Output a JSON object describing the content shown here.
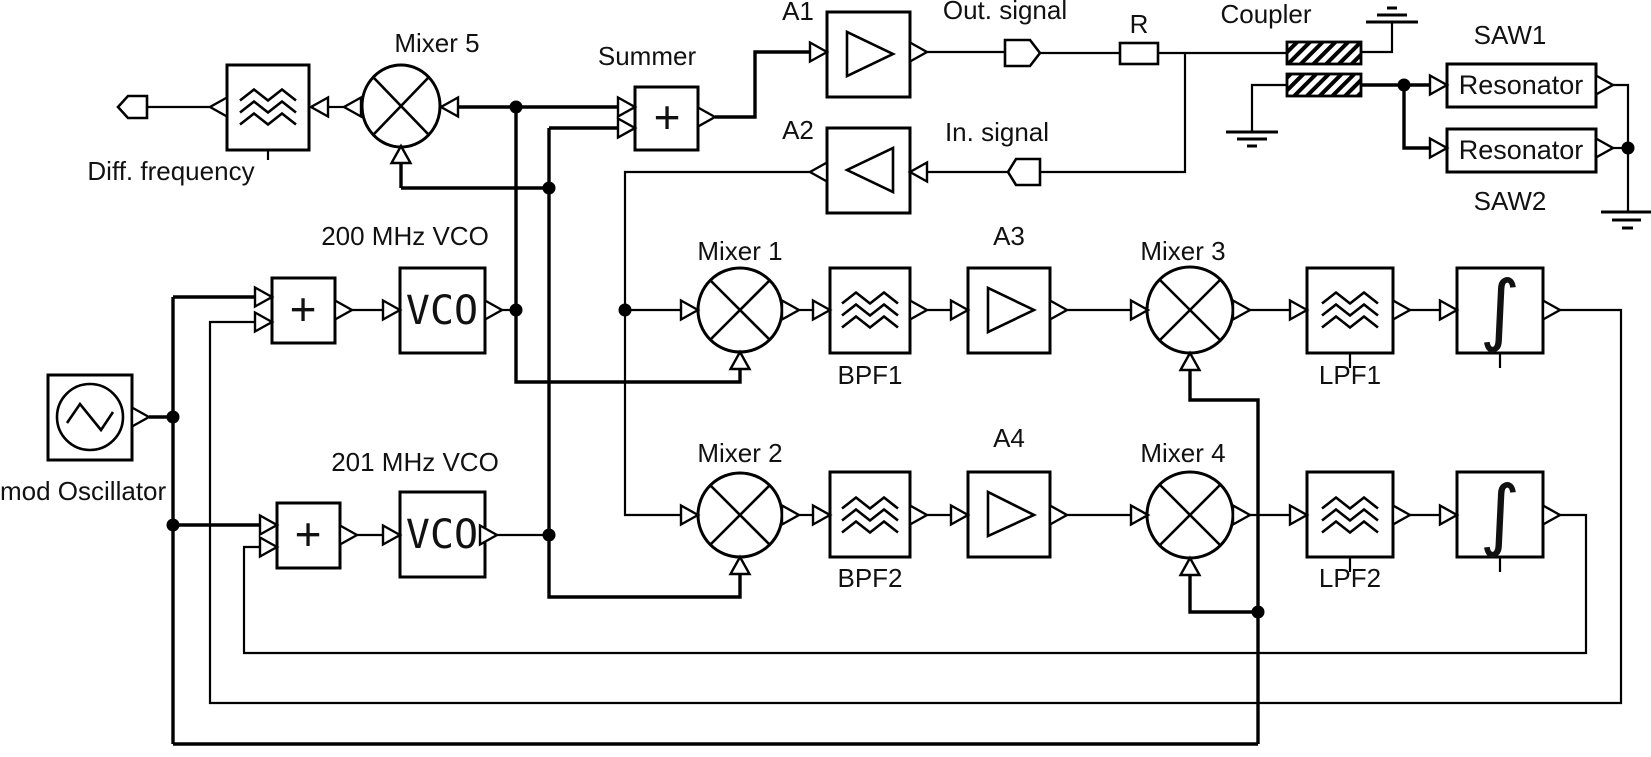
{
  "labels": {
    "diff_frequency": "Diff. frequency",
    "mixer5": "Mixer 5",
    "summer": "Summer",
    "a1": "A1",
    "a2": "A2",
    "a3": "A3",
    "a4": "A4",
    "out_signal": "Out. signal",
    "in_signal": "In. signal",
    "r": "R",
    "coupler": "Coupler",
    "saw1": "SAW1",
    "saw2": "SAW2",
    "resonator": "Resonator",
    "vco_200": "200 MHz VCO",
    "vco_201": "201 MHz VCO",
    "mod_oscillator": "mod Oscillator",
    "mixer1": "Mixer 1",
    "mixer2": "Mixer 2",
    "mixer3": "Mixer 3",
    "mixer4": "Mixer 4",
    "bpf1": "BPF1",
    "bpf2": "BPF2",
    "lpf1": "LPF1",
    "lpf2": "LPF2"
  },
  "symbols": {
    "plus": "+",
    "vco": "VCO",
    "integral": "∫"
  },
  "colors": {
    "line": "#000000",
    "background": "#ffffff",
    "text": "#111111"
  }
}
